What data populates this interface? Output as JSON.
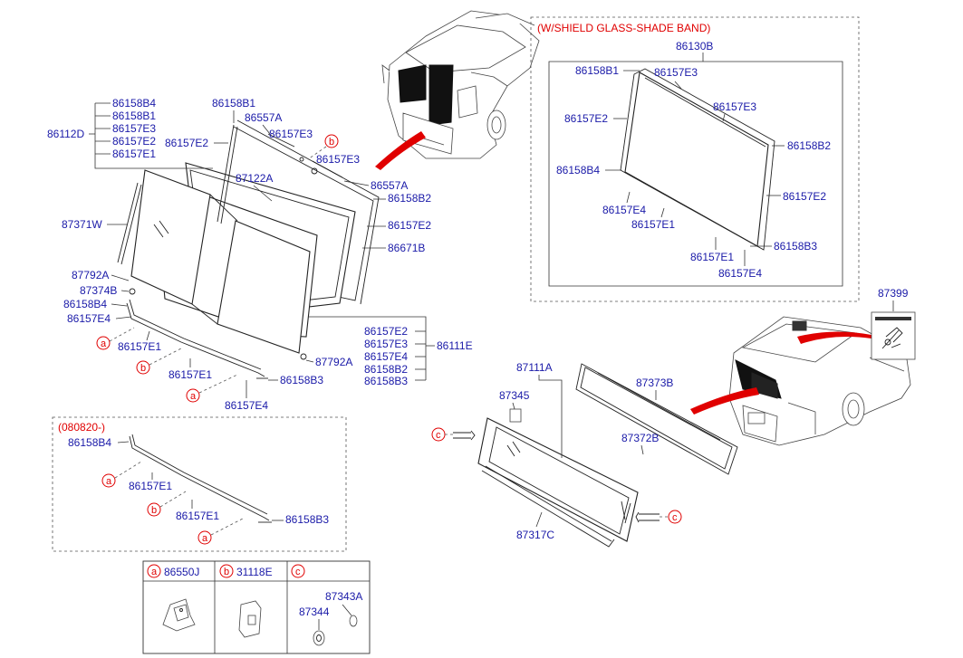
{
  "headings": {
    "shield_band": "(W/SHIELD GLASS-SHADE BAND)",
    "date_variant": "(080820-)"
  },
  "callouts": {
    "a": "a",
    "b": "b",
    "c": "c"
  },
  "front_windshield": {
    "group_top": [
      "86158B4",
      "86158B1",
      "86157E3",
      "86157E2",
      "86157E1"
    ],
    "group_top_parent": "86112D",
    "glass": "87122A",
    "upper_b1": "86158B1",
    "upper_e2": "86157E2",
    "moulding_top": "86557A",
    "moulding_e3": "86157E3",
    "moulding_e3_right": "86157E3",
    "moulding_right": "86557A",
    "right_b2": "86158B2",
    "right_e2": "86157E2",
    "weatherstrip": "86671B",
    "side_moulding": "87371W",
    "lower_left_792": "87792A",
    "lower_left_374": "87374B",
    "lower_left_b4": "86158B4",
    "lower_left_e4": "86157E4",
    "lower_e1_a": "86157E1",
    "lower_e1_b": "86157E1",
    "lower_b3": "86158B3",
    "lower_e4": "86157E4",
    "lower_right_792": "87792A",
    "group_right": [
      "86157E2",
      "86157E3",
      "86157E4",
      "86158B2",
      "86158B3"
    ],
    "group_right_parent": "86111E"
  },
  "shield_variant": {
    "assembly": "86130B",
    "b1": "86158B1",
    "e3_top": "86157E3",
    "e3_right": "86157E3",
    "e2_left": "86157E2",
    "b2": "86158B2",
    "b4": "86158B4",
    "e2_right": "86157E2",
    "e4_a": "86157E4",
    "e1_a": "86157E1",
    "b3": "86158B3",
    "e1_b": "86157E1",
    "e4_b": "86157E4"
  },
  "date_variant_parts": {
    "b4": "86158B4",
    "e1_a": "86157E1",
    "e1_b": "86157E1",
    "b3": "86158B3"
  },
  "rear_window": {
    "label": "87399",
    "assembly": "87111A",
    "clip": "87345",
    "moulding_top": "87373B",
    "moulding_mid": "87372B",
    "seal": "87317C"
  },
  "legend": {
    "a_part": "86550J",
    "b_part": "31118E",
    "c_part_1": "87343A",
    "c_part_2": "87344"
  },
  "colors": {
    "part_number": "#1a1aa8",
    "callout": "#e00000",
    "line": "#333333"
  }
}
